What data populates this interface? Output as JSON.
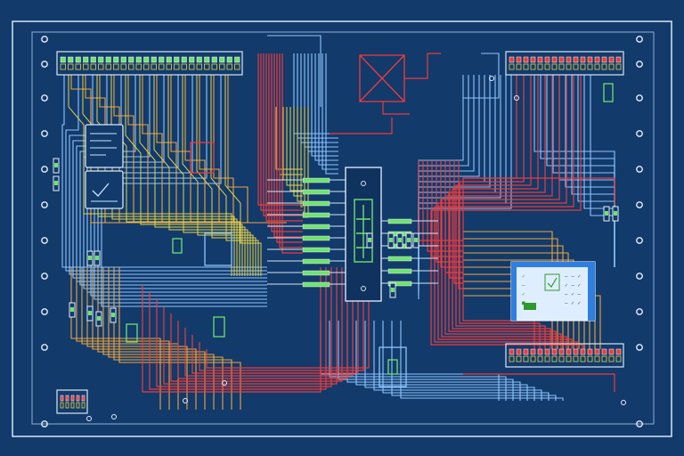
{
  "diagram": {
    "kind": "circuit-board-illustration",
    "palette": {
      "background": "#123a6b",
      "frame": "#d7e6f5",
      "trace_blue": "#8ec6ff",
      "trace_red": "#ef3b3b",
      "trace_orange": "#f0a53b",
      "trace_yellow": "#e6d445",
      "trace_green": "#6fe26f",
      "screen": "#dfeeff",
      "screen_accent": "#2f7fe0"
    },
    "components": {
      "header_strip_top_left": {
        "pins": 24
      },
      "header_strip_top_right": {
        "pins": 16
      },
      "header_strip_bottom_right": {
        "pins": 16
      },
      "header_strip_bottom_left": {
        "pins": 5
      },
      "central_chip": {
        "pins_per_side": 10
      },
      "mounting_holes": 22
    },
    "screen_panel": {
      "rows": [
        {
          "left": "✓",
          "right": "— — ✓"
        },
        {
          "left": "—",
          "right": "✓ — ✓"
        },
        {
          "left": "✓",
          "right": "— ✓ —"
        },
        {
          "left": "■",
          "right": "— ✓ ✓"
        }
      ]
    }
  }
}
